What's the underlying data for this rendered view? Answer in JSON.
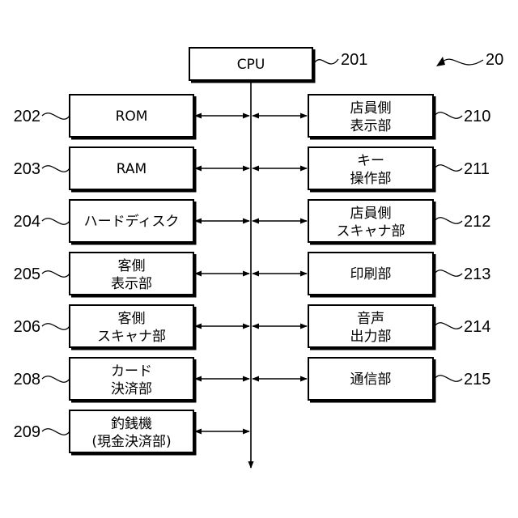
{
  "diagram": {
    "figure_ref": "20",
    "cpu": {
      "label": "CPU",
      "ref": "201"
    },
    "left_units": [
      {
        "id": "rom",
        "lines": [
          "ROM"
        ],
        "ref": "202"
      },
      {
        "id": "ram",
        "lines": [
          "RAM"
        ],
        "ref": "203"
      },
      {
        "id": "hard-disk",
        "lines": [
          "ハードディスク"
        ],
        "ref": "204"
      },
      {
        "id": "customer-display",
        "lines": [
          "客側",
          "表示部"
        ],
        "ref": "205"
      },
      {
        "id": "customer-scanner",
        "lines": [
          "客側",
          "スキャナ部"
        ],
        "ref": "206"
      },
      {
        "id": "card-payment",
        "lines": [
          "カード",
          "決済部"
        ],
        "ref": "208"
      },
      {
        "id": "change-machine",
        "lines": [
          "釣銭機",
          "(現金決済部)"
        ],
        "ref": "209"
      }
    ],
    "right_units": [
      {
        "id": "clerk-display",
        "lines": [
          "店員側",
          "表示部"
        ],
        "ref": "210"
      },
      {
        "id": "key-operation",
        "lines": [
          "キー",
          "操作部"
        ],
        "ref": "211"
      },
      {
        "id": "clerk-scanner",
        "lines": [
          "店員側",
          "スキャナ部"
        ],
        "ref": "212"
      },
      {
        "id": "printer",
        "lines": [
          "印刷部"
        ],
        "ref": "213"
      },
      {
        "id": "audio-output",
        "lines": [
          "音声",
          "出力部"
        ],
        "ref": "214"
      },
      {
        "id": "communication",
        "lines": [
          "通信部"
        ],
        "ref": "215"
      }
    ]
  }
}
